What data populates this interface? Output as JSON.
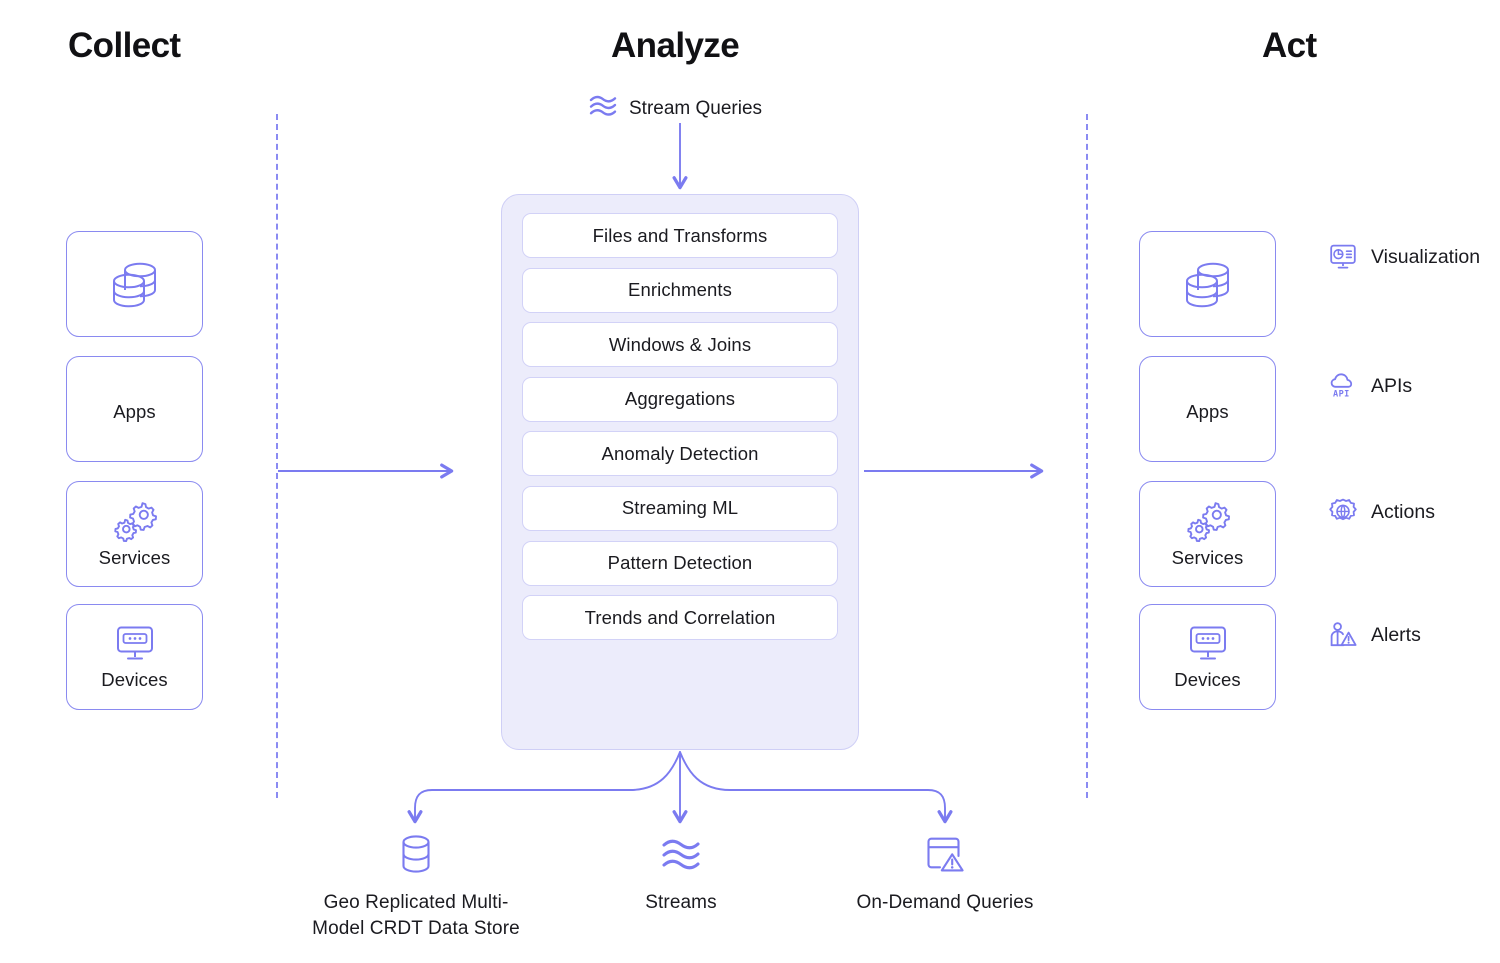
{
  "columns": {
    "collect": {
      "title": "Collect",
      "cards": [
        {
          "label": "",
          "icon": "database-stack-icon",
          "mode": "icon-only"
        },
        {
          "label": "Apps",
          "icon": "",
          "mode": "label-only"
        },
        {
          "label": "Services",
          "icon": "gears-icon",
          "mode": "icon-and-label"
        },
        {
          "label": "Devices",
          "icon": "monitor-icon",
          "mode": "icon-and-label"
        }
      ]
    },
    "analyze": {
      "title": "Analyze",
      "input": {
        "label": "Stream Queries",
        "icon": "stream-waves-icon"
      },
      "stages": [
        "Files and Transforms",
        "Enrichments",
        "Windows & Joins",
        "Aggregations",
        "Anomaly Detection",
        "Streaming ML",
        "Pattern Detection",
        "Trends and Correlation"
      ],
      "outputs": [
        {
          "label": "Geo Replicated Multi-Model CRDT Data Store",
          "icon": "database-cylinder-icon"
        },
        {
          "label": "Streams",
          "icon": "stream-waves-icon"
        },
        {
          "label": "On-Demand Queries",
          "icon": "window-alert-icon"
        }
      ]
    },
    "act": {
      "title": "Act",
      "cards": [
        {
          "label": "",
          "icon": "database-stack-icon",
          "mode": "icon-only"
        },
        {
          "label": "Apps",
          "icon": "",
          "mode": "label-only"
        },
        {
          "label": "Services",
          "icon": "gears-icon",
          "mode": "icon-and-label"
        },
        {
          "label": "Devices",
          "icon": "monitor-icon",
          "mode": "icon-and-label"
        }
      ],
      "legend": [
        {
          "label": "Visualization",
          "icon": "monitor-chart-icon"
        },
        {
          "label": "APIs",
          "icon": "cloud-api-icon"
        },
        {
          "label": "Actions",
          "icon": "gear-globe-icon"
        },
        {
          "label": "Alerts",
          "icon": "person-alert-icon"
        }
      ]
    }
  },
  "colors": {
    "accent": "#7b7bf0",
    "accent_border": "#8a8af0",
    "panel_fill": "#ececfb",
    "panel_border": "#cfcff6",
    "item_border": "#d2d2f7",
    "text": "#1b1b20",
    "heading": "#111114",
    "background": "#ffffff"
  }
}
